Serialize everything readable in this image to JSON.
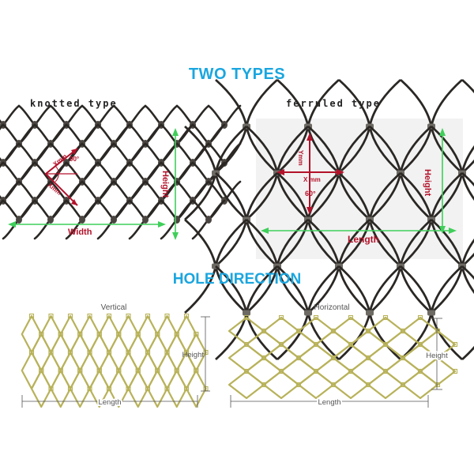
{
  "headings": {
    "two_types": "TWO TYPES",
    "hole_direction": "HOLE DIRECTION"
  },
  "knotted": {
    "subtitle": "knotted type",
    "angle": "90°",
    "side_top": "Xmm",
    "side_bottom": "Xmm",
    "height_label": "Height",
    "width_label": "Width"
  },
  "ferruled": {
    "subtitle": "ferruled type",
    "y_label": "Ymm",
    "x_label": "X mm",
    "angle": "60°",
    "height_label": "Height",
    "length_label": "Length"
  },
  "vertical": {
    "title": "Vertical",
    "height_label": "Height",
    "length_label": "Length"
  },
  "horizontal": {
    "title": "Horizontal",
    "height_label": "Height",
    "length_label": "Length"
  },
  "colors": {
    "heading": "#1aa6df",
    "wire": "#2a2724",
    "measure_red": "#b3122a",
    "dimension_green": "#3fcf5a",
    "mesh_olive": "#b8b25a",
    "dimension_grey": "#555555"
  }
}
